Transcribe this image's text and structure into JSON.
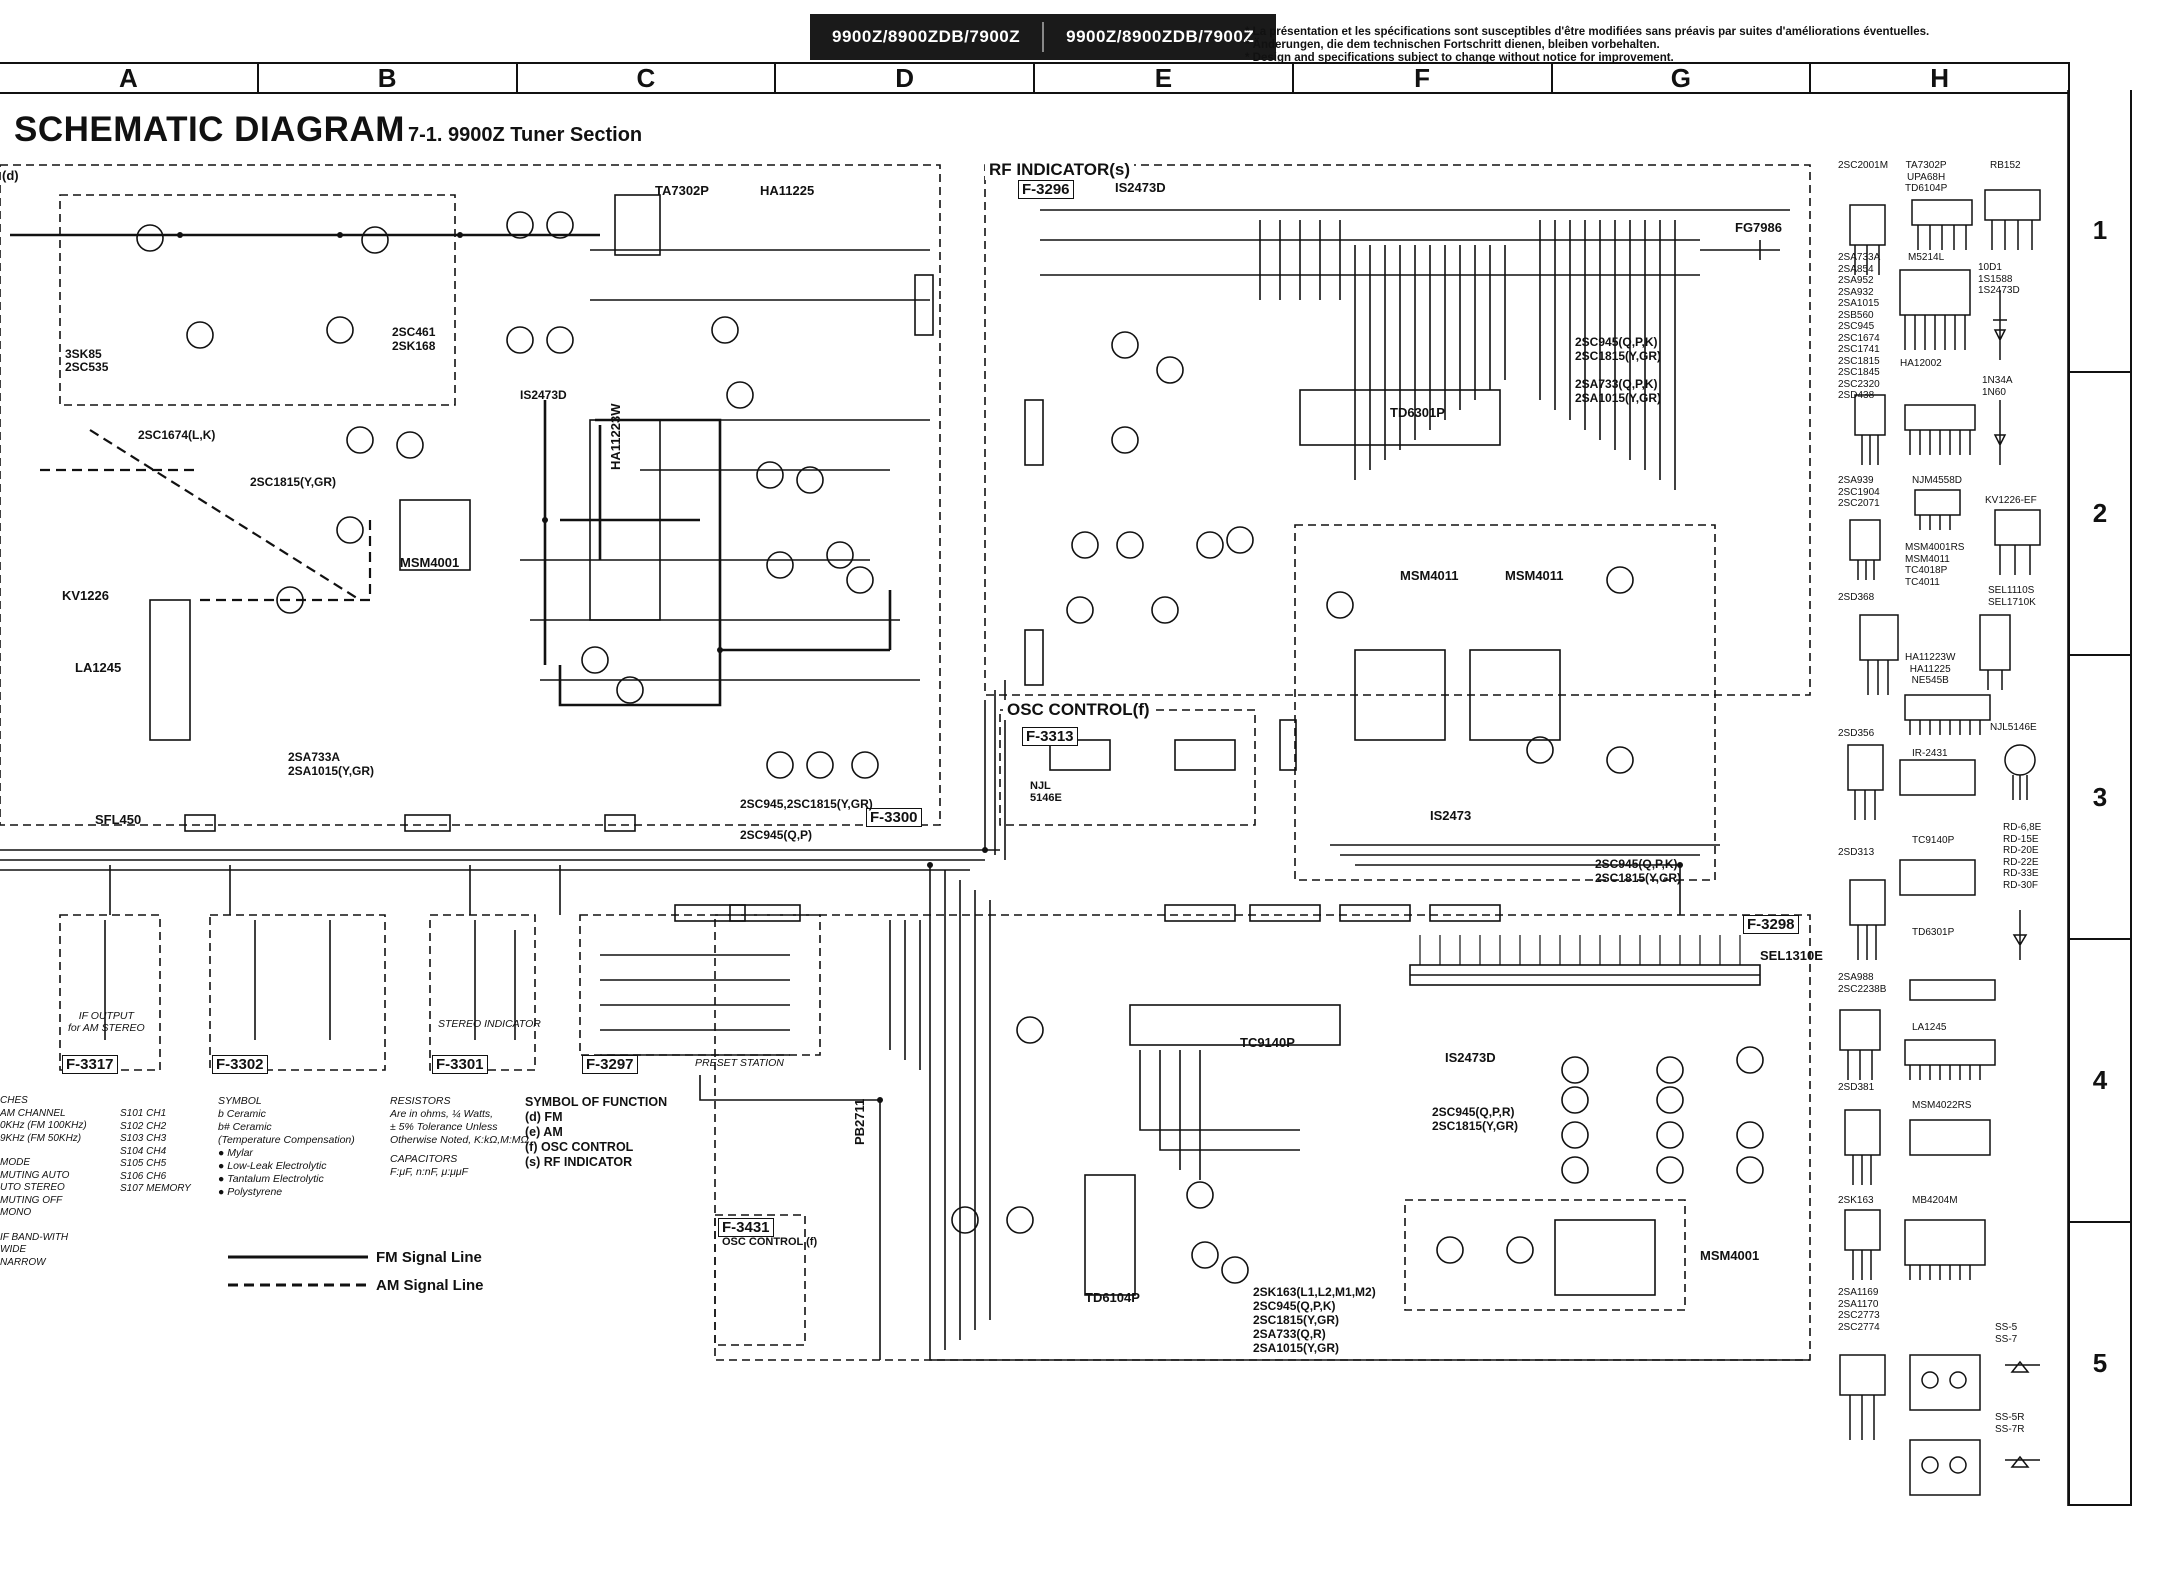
{
  "header": {
    "model_badge_1": "9900Z/8900ZDB/7900Z",
    "model_badge_2": "9900Z/8900ZDB/7900Z",
    "notice_lines": [
      "* La présentation et les spécifications sont susceptibles d'être modifiées sans préavis par suites d'améliorations éventuelles.",
      "* Änderungen, die dem technischen Fortschritt dienen, bleiben vorbehalten.",
      "* Design and specifications subject to change without notice for improvement."
    ]
  },
  "columns": [
    "A",
    "B",
    "C",
    "D",
    "E",
    "F",
    "G",
    "H"
  ],
  "rows": [
    "1",
    "2",
    "3",
    "4",
    "5"
  ],
  "title": "SCHEMATIC DIAGRAM",
  "subtitle": "7-1. 9900Z Tuner Section",
  "section_labels": {
    "rf_indicator": "RF INDICATOR(s)",
    "osc_control": "OSC CONTROL(f)",
    "f3300": "F-3300",
    "f3296": "F-3296",
    "f3298": "F-3298",
    "f3313": "F-3313",
    "f3317": "F-3317",
    "f3302": "F-3302",
    "f3301": "F-3301",
    "f3297": "F-3297",
    "f3431": "F-3431",
    "f3431_title": "OSC CONTROL (f)",
    "left_d": "(d)"
  },
  "ic_labels": {
    "ta7302p": "TA7302P",
    "ha11225": "HA11225",
    "is2473d_top": "IS2473D",
    "fg7986": "FG7986",
    "td6301p": "TD6301P",
    "msm4001_a": "MSM4001",
    "msm4011_a": "MSM4011",
    "msm4011_b": "MSM4011",
    "ha11223w": "HA11223W",
    "kv1226": "KV1226",
    "la1245": "LA1245",
    "sfl450": "SFL450",
    "tc9140p": "TC9140P",
    "sel1310e": "SEL1310E",
    "is2473d_mid": "IS2473D",
    "msm4001_b": "MSM4001",
    "td6104p": "TD6104P",
    "njl5146e": "NJL\n5146E",
    "is2473": "IS2473",
    "pb2711": "PB2711"
  },
  "transistor_notes": {
    "t1": "2SC1674(L,K)",
    "t2": "2SC1815(Y,GR)",
    "t3": "3SK85\n2SC535",
    "t4": "2SC461\n2SK168",
    "t5": "2SA733A\n2SA1015(Y,GR)",
    "t6": "2SC945,2SC1815(Y,GR)",
    "t7": "2SC945(Q,P)",
    "t8": "2SC945(Q,P,K)\n2SC1815(Y,GR)",
    "t9": "2SA733(Q,P,K)\n2SA1015(Y,GR)",
    "t10": "2SC945(Q,P,K)\n2SC1815(Y,GR)",
    "t11": "2SC945(Q,P,R)\n2SC1815(Y,GR)",
    "t12": "2SK163(L1,L2,M1,M2)\n2SC945(Q,P,K)\n2SC1815(Y,GR)\n2SA733(Q,R)\n2SA1015(Y,GR)",
    "t13": "IS2473D"
  },
  "small_boxes": {
    "if_output": "IF OUTPUT\nfor AM STEREO",
    "stereo_indicator": "STEREO INDICATOR",
    "preset_station": "PRESET STATION"
  },
  "legend": {
    "switches": [
      "CHES",
      "AM CHANNEL",
      "0KHz (FM 100KHz)",
      "9KHz (FM 50KHz)",
      "",
      "MODE",
      "MUTING AUTO",
      "UTO STEREO",
      "MUTING OFF",
      "MONO",
      "",
      "IF BAND-WITH",
      "WIDE",
      "NARROW"
    ],
    "switch_codes": [
      "S101 CH1",
      "S102 CH2",
      "S103 CH3",
      "S104 CH4",
      "S105 CH5",
      "S106 CH6",
      "S107 MEMORY"
    ],
    "symbol_title": "SYMBOL",
    "symbols": [
      "b Ceramic",
      "b# Ceramic",
      "(Temperature Compensation)",
      "● Mylar",
      "● Low-Leak Electrolytic",
      "● Tantalum Electrolytic",
      "● Polystyrene"
    ],
    "resistors_title": "RESISTORS",
    "resistors": [
      "Are in ohms, ¼ Watts,",
      "± 5% Tolerance Unless",
      "Otherwise Noted, K:kΩ,M:MΩ"
    ],
    "capacitors_title": "CAPACITORS",
    "capacitors": "F:μF, n:nF, μ:μμF",
    "function_title": "SYMBOL OF FUNCTION",
    "functions": [
      "(d) FM",
      "(e) AM",
      "(f) OSC CONTROL",
      "(s) RF INDICATOR"
    ],
    "fm_line": "FM Signal Line",
    "am_line": "AM Signal Line"
  },
  "parts_list": [
    {
      "group": "2SC2001M"
    },
    {
      "group": "TA7302P\nUPA68H\nTD6104P"
    },
    {
      "group": "RB152"
    },
    {
      "group": "2SA733A\n2SA854\n2SA952\n2SA932\n2SA1015\n2SB560\n2SC945\n2SC1674\n2SC1741\n2SC1815\n2SC1845\n2SC2320\n2SD438"
    },
    {
      "group": "M5214L"
    },
    {
      "group": "10D1\n1S1588\n1S2473D"
    },
    {
      "group": "HA12002"
    },
    {
      "group": "1N34A\n1N60"
    },
    {
      "group": "2SA939\n2SC1904\n2SC2071"
    },
    {
      "group": "NJM4558D"
    },
    {
      "group": "KV1226-EF"
    },
    {
      "group": "MSM4001RS\nMSM4011\nTC4018P\nTC4011"
    },
    {
      "group": "2SD368"
    },
    {
      "group": "SEL1110S\nSEL1710K"
    },
    {
      "group": "HA11223W\nHA11225\nNE545B"
    },
    {
      "group": "NJL5146E"
    },
    {
      "group": "2SD356"
    },
    {
      "group": "IR-2431"
    },
    {
      "group": "TC9140P"
    },
    {
      "group": "RD-6,8E\nRD-15E\nRD-20E\nRD-22E\nRD-33E\nRD-30F"
    },
    {
      "group": "2SD313"
    },
    {
      "group": "TD6301P"
    },
    {
      "group": "2SA988\n2SC2238B"
    },
    {
      "group": "LA1245"
    },
    {
      "group": "2SD381"
    },
    {
      "group": "MSM4022RS"
    },
    {
      "group": "2SK163"
    },
    {
      "group": "MB4204M"
    },
    {
      "group": "2SA1169\n2SA1170\n2SC2773\n2SC2774"
    },
    {
      "group": "SS-5\nSS-7"
    },
    {
      "group": "SS-5R\nSS-7R"
    }
  ]
}
